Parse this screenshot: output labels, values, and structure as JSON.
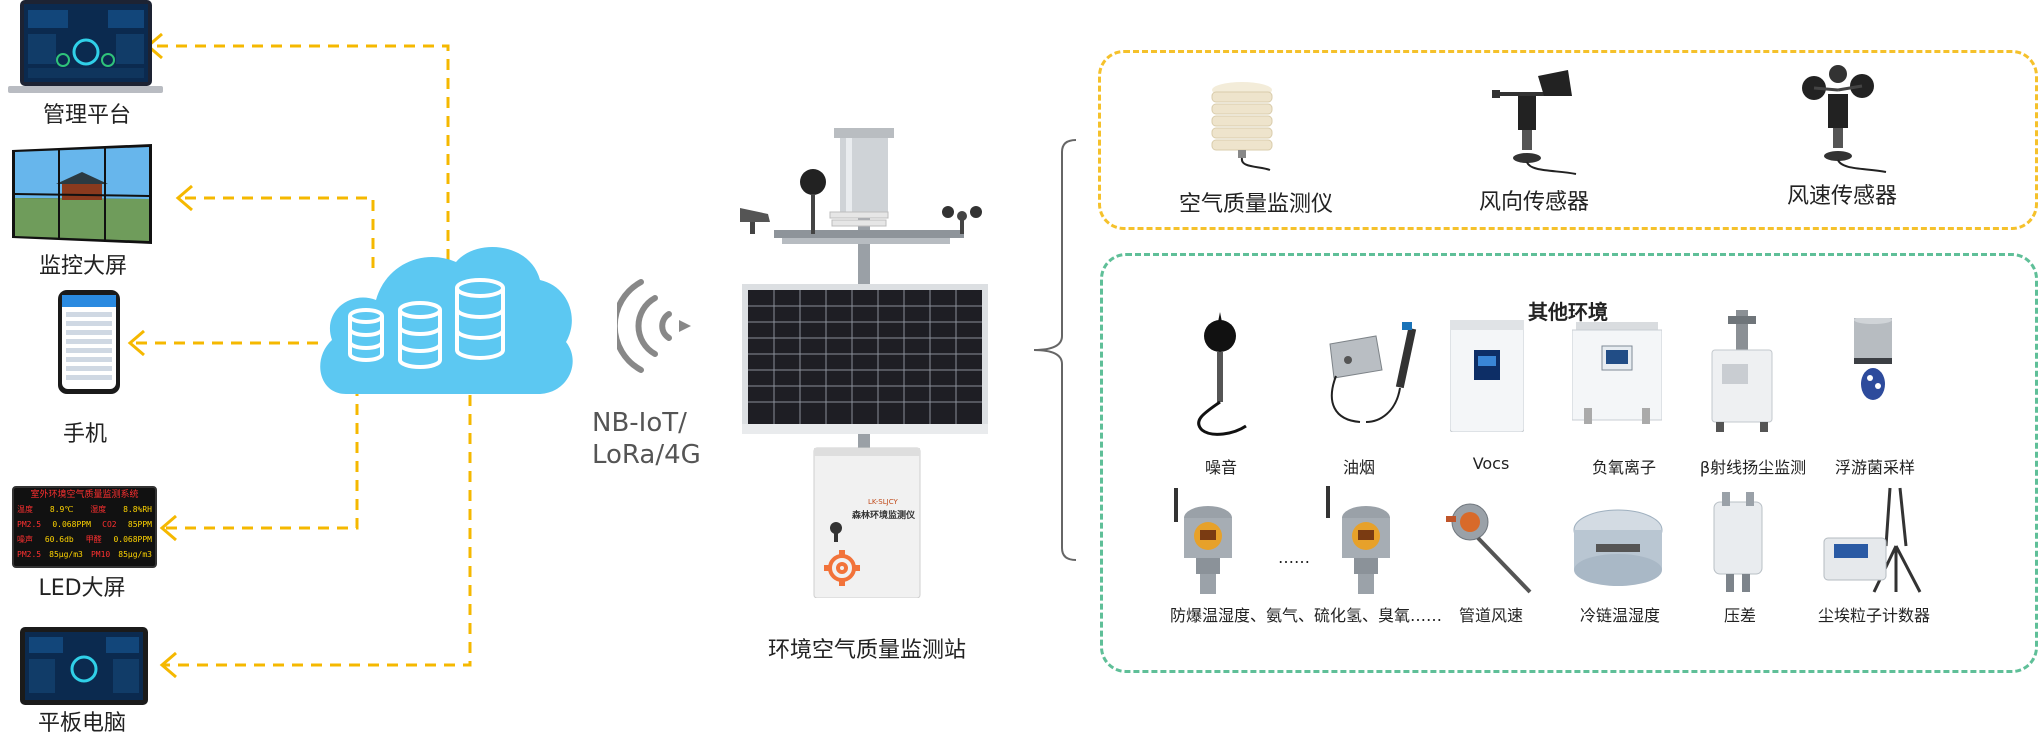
{
  "clients": {
    "platform": "管理平台",
    "bigscreen": "监控大屏",
    "phone": "手机",
    "led": "LED大屏",
    "tablet": "平板电脑"
  },
  "led_display": {
    "title": "室外环境空气质量监测系统",
    "rows": [
      [
        "温度",
        "8.9℃",
        "湿度",
        "8.8%RH"
      ],
      [
        "PM2.5",
        "0.068PPM",
        "CO2",
        "85PPM"
      ],
      [
        "噪声",
        "60.6db",
        "甲醛",
        "0.068PPM"
      ],
      [
        "PM2.5",
        "85μg/m3",
        "PM10",
        "85μg/m3"
      ]
    ]
  },
  "network": {
    "line1": "NB-IoT/",
    "line2": "LoRa/4G"
  },
  "station": {
    "label": "环境空气质量监测站",
    "box_code": "LK-SLJCY",
    "box_title": "森林环境监测仪"
  },
  "primary_sensors": [
    "空气质量监测仪",
    "风向传感器",
    "风速传感器"
  ],
  "other": {
    "title": "其他环境",
    "row1": [
      "噪音",
      "油烟",
      "Vocs",
      "负氧离子",
      "β射线扬尘监测",
      "浮游菌采样"
    ],
    "row2": [
      "防爆温湿度、氨气、硫化氢、臭氧……",
      "管道风速",
      "冷链温湿度",
      "压差",
      "尘埃粒子计数器"
    ],
    "ellipsis": "……"
  },
  "colors": {
    "arrow": "#f5b800",
    "cloud": "#5cc8f2",
    "yellow_box": "#f5c12b",
    "green_box": "#5fbf98"
  }
}
